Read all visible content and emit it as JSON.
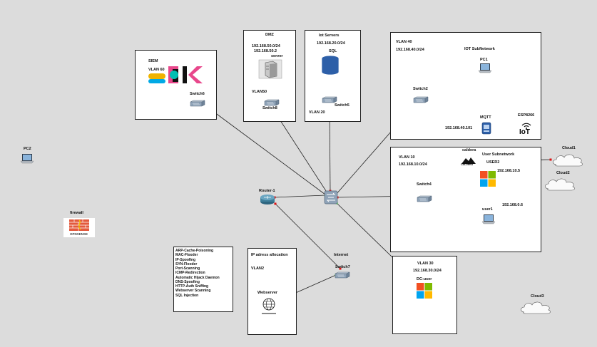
{
  "boxes": {
    "siem": {
      "title": "SIEM",
      "subtitle": "VLAN 60",
      "logo_text": "ELK",
      "switch": "Switch6"
    },
    "dmz": {
      "title": "DMZ",
      "subnet1": "192.168.50.0/24",
      "subnet2": "192.168.50.2",
      "server": "server",
      "vlan": "VLAN50",
      "switch": "Switch8"
    },
    "iot_servers": {
      "title": "Iot Servers",
      "subnet": "192.168.20.0/24",
      "db": "SQL",
      "switch": "Switch5",
      "vlan": "VLAN 20"
    },
    "vlan40": {
      "title": "VLAN 40",
      "subnet": "192.168.40.0/24",
      "subtitle": "IOT SubNetwork",
      "pc": "PC1",
      "switch": "Switch2",
      "mqtt": "MQTT",
      "mqtt_ip": "192.168.40.101",
      "esp": "ESP8266",
      "iot_logo": "IoT"
    },
    "vlan10": {
      "title": "VLAN 10",
      "subnet": "192.168.10.0/24",
      "subtitle": "User Subnetwork",
      "caldera": "caldera",
      "caldera_logo": "CALDERA",
      "user2": "USER2",
      "win_ip": "192.168.10.5",
      "switch": "Switch4",
      "user1": "user1",
      "user1_ip": "192.168.0.6"
    },
    "vlan30": {
      "title": "VLAN 30",
      "subnet": "192.168.30.0/24",
      "host": "DC-user"
    },
    "attacks": {
      "items": [
        "ARP-Cache-Poisoning",
        "MAC-Flooder",
        "IP-Spoofing",
        "SYN-Flooder",
        "Port-Scanning",
        "ICMP-Redirection",
        "Automatic Hijack Daemon",
        "DNS-Spoofing",
        "HTTP-Auth Sniffing",
        "Webserver Scanning",
        "SQL Injection"
      ]
    },
    "ipalloc": {
      "title": "IP adress allocation",
      "vlan": "VLAN2",
      "webserver": "Webserver"
    }
  },
  "free": {
    "pc2": "PC2",
    "firewall": "firewall",
    "firewall_logo": "OPNSENSE",
    "router": "Router-1",
    "internet": "Internet",
    "switch7": "Switch7",
    "cloud1": "Cloud1",
    "cloud2": "Cloud2",
    "cloud3": "Cloud3"
  },
  "colors": {
    "background": "#dcdcdc",
    "link": "#222222",
    "port_up": "#22bb22",
    "port_down": "#dd1111",
    "switch": "#8fa3b8",
    "router": "#3f7f9b",
    "db": "#2d5fa8"
  }
}
